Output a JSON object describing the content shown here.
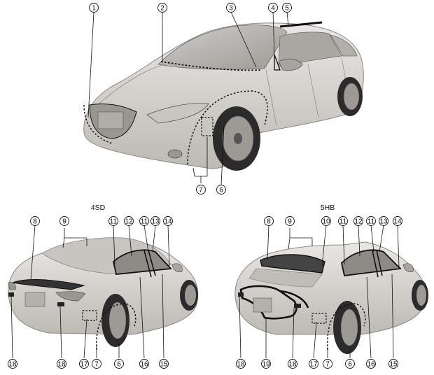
{
  "figure": {
    "labels": {
      "sedan": "4SD",
      "hatch": "5HB"
    },
    "colors": {
      "body": "#d9d6d2",
      "shade": "#b9b5b0",
      "dark": "#555555",
      "tire": "#2b2b2b",
      "line": "#111111"
    }
  },
  "callouts_front": [
    "1",
    "2",
    "3",
    "4",
    "5",
    "6",
    "7"
  ],
  "callouts_sedan": [
    "8",
    "9",
    "11",
    "12",
    "11",
    "13",
    "14",
    "18",
    "18",
    "17",
    "7",
    "6",
    "16",
    "15"
  ],
  "callouts_hatch": [
    "8",
    "9",
    "10",
    "11",
    "12",
    "11",
    "13",
    "14",
    "18",
    "19",
    "18",
    "17",
    "7",
    "6",
    "16",
    "15"
  ]
}
